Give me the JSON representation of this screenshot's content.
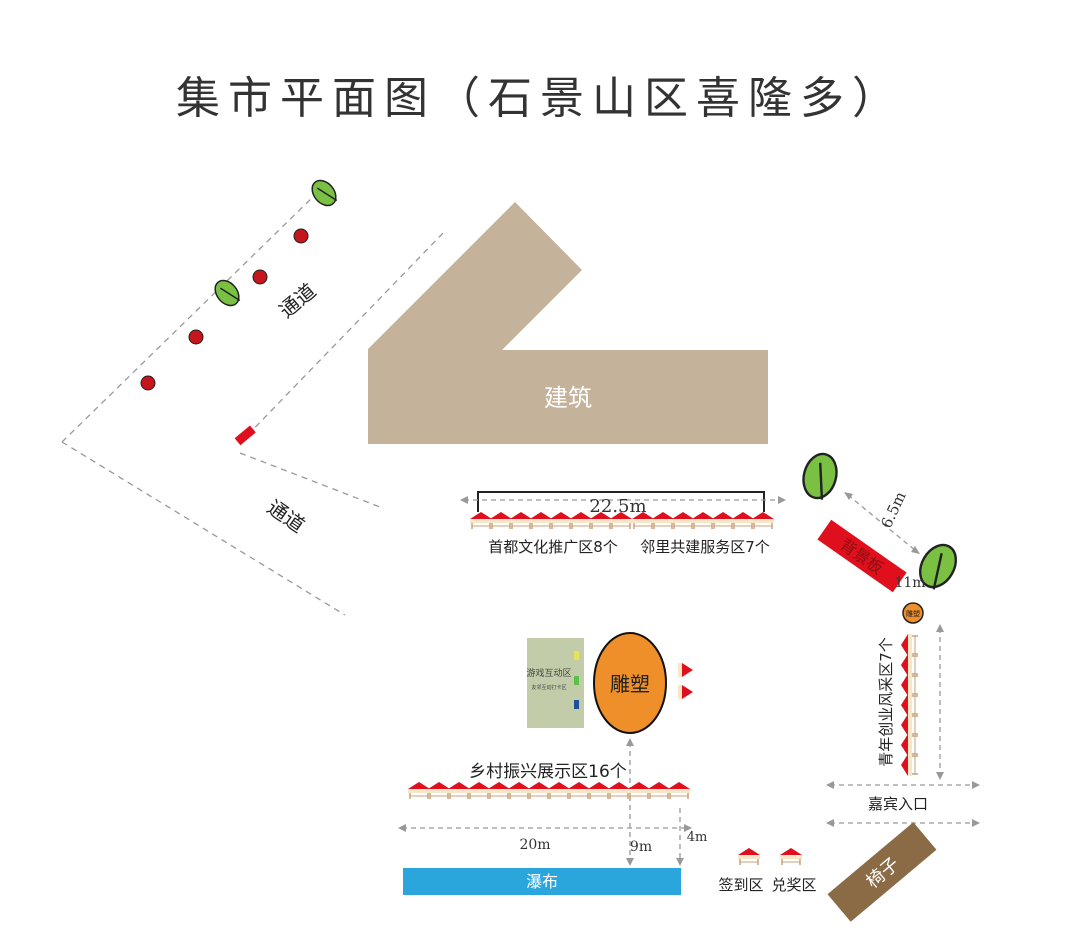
{
  "title": "集市平面图（石景山区喜隆多）",
  "labels": {
    "building": "建筑",
    "channel_top": "通道",
    "channel_bottom": "通道",
    "dim_top": "22.5m",
    "culture_zone": "首都文化推广区8个",
    "service_zone": "邻里共建服务区7个",
    "backdrop": "背景板",
    "dim_diag": "6.5m",
    "dim_11": "11m",
    "small_sculpture": "雕塑",
    "youth_zone": "青年创业风采区7个",
    "game_zone": "游戏互动区",
    "game_sub": "友邻互动打卡区",
    "sculpture": "雕塑",
    "rural_zone": "乡村振兴展示区16个",
    "dim_20": "20m",
    "dim_9": "9m",
    "dim_4": "4m",
    "waterfall": "瀑布",
    "vip_entrance": "嘉宾入口",
    "signin": "签到区",
    "prize": "兑奖区",
    "chairs": "椅子"
  },
  "colors": {
    "building": "#c4b29a",
    "tent_red": "#e00f1e",
    "tree_green": "#7ac143",
    "sculpture_orange": "#ef8f2a",
    "waterfall_blue": "#2ba6dd",
    "game_zone": "#c2cca8",
    "chairs_brown": "#8b6b45"
  },
  "icons": [
    "tree-icon",
    "tent-icon",
    "red-dot-marker"
  ]
}
